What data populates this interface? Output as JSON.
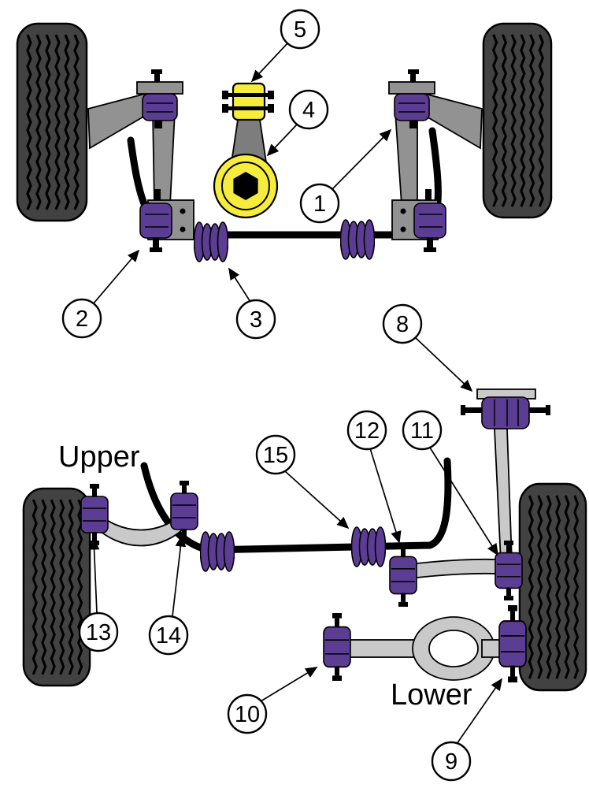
{
  "figure": {
    "section_labels": {
      "upper": "Upper",
      "lower": "Lower"
    },
    "callouts": {
      "c1": "1",
      "c2": "2",
      "c3": "3",
      "c4": "4",
      "c5": "5",
      "c8": "8",
      "c9": "9",
      "c10": "10",
      "c11": "11",
      "c12": "12",
      "c13": "13",
      "c14": "14",
      "c15": "15"
    },
    "colors": {
      "bushing_purple": "#5c3d94",
      "highlight_yellow": "#f6ec3d",
      "arm_gray": "#929292",
      "link_gray": "#c9c9c9",
      "tire_gray": "#424242",
      "outline_black": "#000000",
      "background": "#ffffff"
    }
  }
}
